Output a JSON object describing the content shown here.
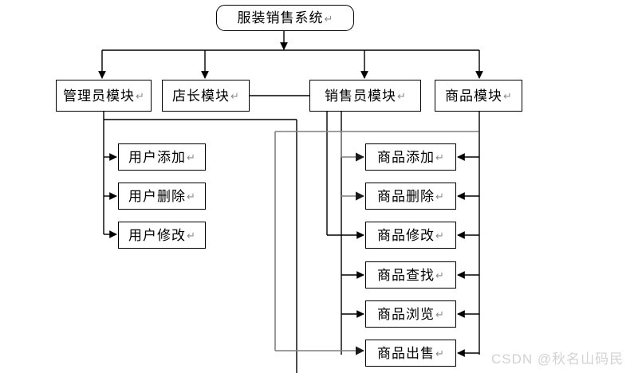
{
  "diagram": {
    "title": "服装销售系统",
    "type": "hierarchy-tree",
    "return_glyph": "↵",
    "colors": {
      "node_border": "#000000",
      "node_fill": "#ffffff",
      "connector_black": "#000000",
      "connector_gray": "#7f7f7f",
      "glyph_gray": "#8d8d8d",
      "watermark": "#d2d2d2",
      "background": "#ffffff"
    },
    "root": {
      "label": "服装销售系统",
      "shape": "rounded-rectangle"
    },
    "modules": [
      {
        "label": "管理员模块",
        "shape": "rectangle"
      },
      {
        "label": "店长模块",
        "shape": "rectangle"
      },
      {
        "label": "销售员模块",
        "shape": "rectangle"
      },
      {
        "label": "商品模块",
        "shape": "rectangle"
      }
    ],
    "user_functions": [
      {
        "label": "用户添加",
        "shape": "rectangle"
      },
      {
        "label": "用户删除",
        "shape": "rectangle"
      },
      {
        "label": "用户修改",
        "shape": "rectangle"
      }
    ],
    "product_functions": [
      {
        "label": "商品添加",
        "shape": "rectangle"
      },
      {
        "label": "商品删除",
        "shape": "rectangle"
      },
      {
        "label": "商品修改",
        "shape": "rectangle"
      },
      {
        "label": "商品查找",
        "shape": "rectangle"
      },
      {
        "label": "商品浏览",
        "shape": "rectangle"
      },
      {
        "label": "商品出售",
        "shape": "rectangle"
      }
    ],
    "watermark": "CSDN @秋名山码民"
  }
}
